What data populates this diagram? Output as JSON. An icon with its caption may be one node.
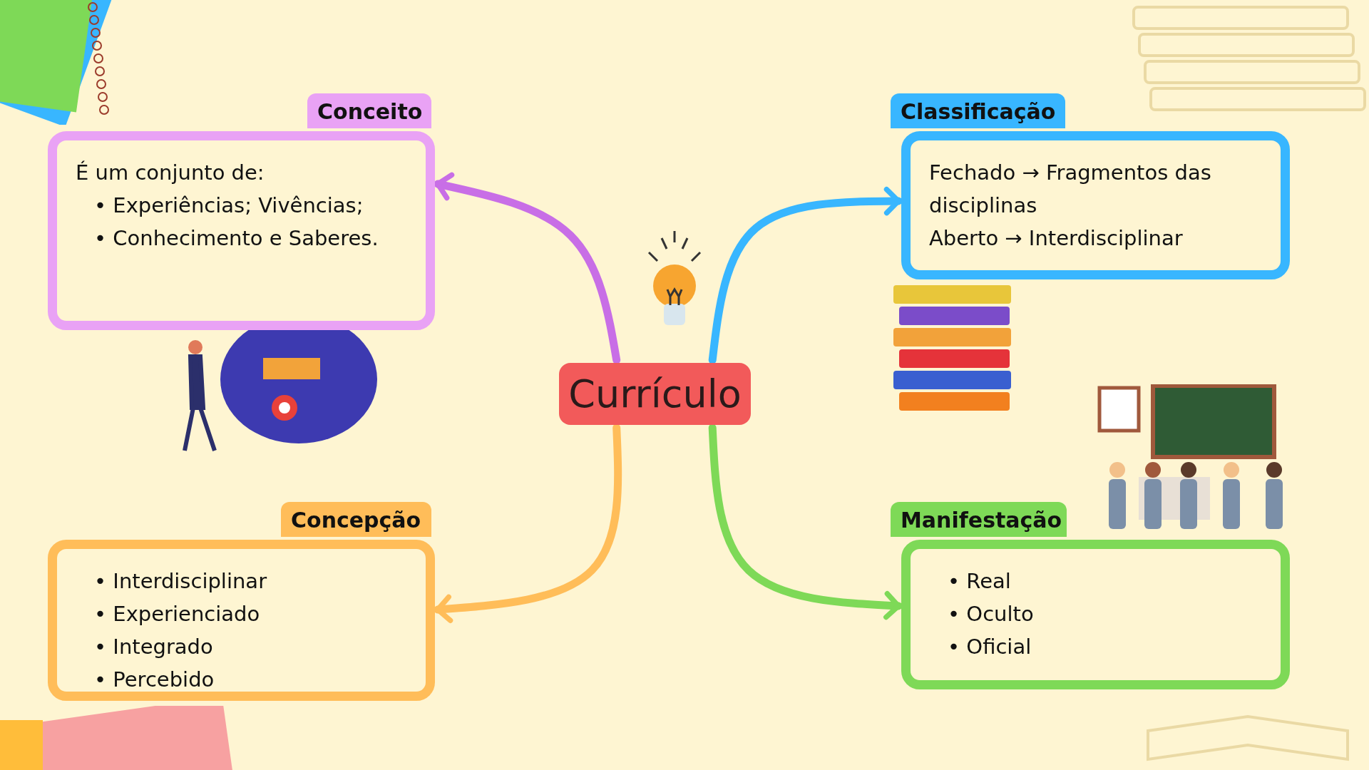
{
  "diagram": {
    "nodes": [
      {
        "text": [
          "Currículo"
        ]
      },
      {
        "text": [
          "Conceito",
          "É um conjunto de:",
          "• Experiências; Vivências;",
          "• Conhecimento e Saberes."
        ]
      },
      {
        "text": [
          "Classificação",
          "Fechado → Fragmentos das disciplinas",
          "Aberto → Interdisciplinar"
        ]
      },
      {
        "text": [
          "Concepção",
          "• Interdisciplinar",
          "• Experienciado",
          "• Integrado",
          "• Percebido"
        ]
      },
      {
        "text": [
          "Manifestação",
          "• Real",
          "• Oculto",
          "• Oficial"
        ]
      }
    ],
    "edges": [
      {
        "from": 0,
        "to": 1,
        "arrow": "to",
        "color": "#c86ee6"
      },
      {
        "from": 0,
        "to": 2,
        "arrow": "to",
        "color": "#38b6ff"
      },
      {
        "from": 0,
        "to": 3,
        "arrow": "to",
        "color": "#ffbd59"
      },
      {
        "from": 0,
        "to": 4,
        "arrow": "to",
        "color": "#7ed957"
      }
    ]
  }
}
